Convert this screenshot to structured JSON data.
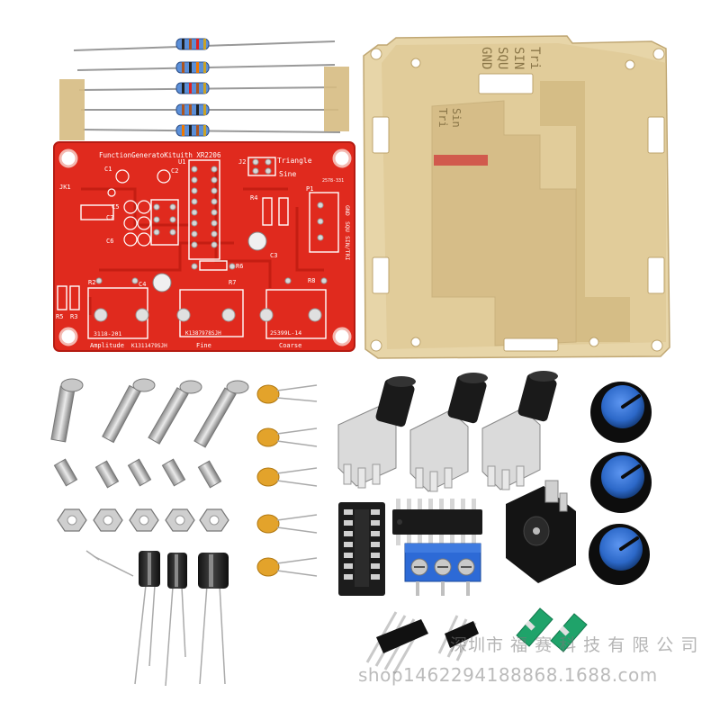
{
  "pcb": {
    "title": "FunctionGeneratoKituith XR2206",
    "triangle_label": "Triangle",
    "sine_label": "Sine",
    "j1": "JK1",
    "j2": "J2",
    "u1": "U1",
    "c1": "C1",
    "c2": "C2",
    "c3": "C3",
    "c4": "C4",
    "c5": "C5",
    "c6": "C6",
    "c7": "C7",
    "r2": "R2",
    "r3": "R3",
    "r4": "R4",
    "r5": "R5",
    "r6": "R6",
    "r7": "R7",
    "r8": "R8",
    "p1": "P1",
    "gnd": "GND",
    "squ": "SQU",
    "sin_tri": "SIN/TRI",
    "code_left": "3118-201",
    "code_mid": "K1387978SJH",
    "code_right": "25399L-14",
    "code_small": "2578-331",
    "amplitude": "Amplitude",
    "amp_code": "K1311479SJH",
    "fine": "Fine",
    "coarse": "Coarse"
  },
  "acrylic": {
    "gnd": "GND",
    "squ": "SQU",
    "sin": "SIN",
    "tri": "Tri",
    "tri_small": "Tri",
    "sin_small": "Sin"
  },
  "watermark": {
    "line1": "深圳市 福 赛 科 技 有 限 公 司",
    "line2": "shop1462294188868.1688.com"
  },
  "colors": {
    "pcb_red": "#e02a1e",
    "acrylic": "#e6d3a4",
    "knob_blue": "#2c68c8"
  }
}
